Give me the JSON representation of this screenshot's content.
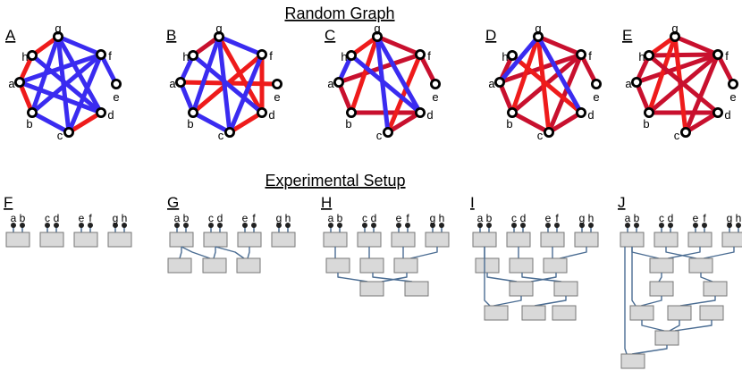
{
  "titles": {
    "top": "Random Graph",
    "bottom": "Experimental Setup"
  },
  "colors": {
    "blue": "#3a2bf0",
    "red": "#ee1b1b",
    "dark_red": "#c8102e",
    "wire": "#4b6d93",
    "box_fill": "#d9d9d9",
    "box_stroke": "#777777"
  },
  "graphs": [
    {
      "label": "A",
      "edges": [
        [
          "a",
          "h",
          "red"
        ],
        [
          "h",
          "g",
          "red"
        ],
        [
          "a",
          "b",
          "red"
        ],
        [
          "c",
          "d",
          "red"
        ],
        [
          "g",
          "f",
          "blue"
        ],
        [
          "f",
          "e",
          "blue"
        ],
        [
          "g",
          "b",
          "blue"
        ],
        [
          "g",
          "c",
          "blue"
        ],
        [
          "g",
          "d",
          "blue"
        ],
        [
          "h",
          "d",
          "blue"
        ],
        [
          "a",
          "f",
          "blue"
        ],
        [
          "a",
          "d",
          "blue"
        ],
        [
          "b",
          "f",
          "blue"
        ],
        [
          "c",
          "f",
          "blue"
        ],
        [
          "b",
          "c",
          "blue"
        ]
      ]
    },
    {
      "label": "B",
      "edges": [
        [
          "h",
          "g",
          "dark_red"
        ],
        [
          "a",
          "e",
          "red"
        ],
        [
          "b",
          "f",
          "red"
        ],
        [
          "c",
          "d",
          "red"
        ],
        [
          "f",
          "d",
          "red"
        ],
        [
          "g",
          "d",
          "red"
        ],
        [
          "g",
          "f",
          "blue"
        ],
        [
          "a",
          "h",
          "blue"
        ],
        [
          "a",
          "b",
          "blue"
        ],
        [
          "g",
          "b",
          "blue"
        ],
        [
          "g",
          "c",
          "blue"
        ],
        [
          "h",
          "d",
          "blue"
        ],
        [
          "b",
          "c",
          "blue"
        ],
        [
          "c",
          "f",
          "blue"
        ]
      ]
    },
    {
      "label": "C",
      "edges": [
        [
          "h",
          "g",
          "red"
        ],
        [
          "g",
          "f",
          "dark_red"
        ],
        [
          "f",
          "e",
          "dark_red"
        ],
        [
          "a",
          "b",
          "dark_red"
        ],
        [
          "c",
          "d",
          "dark_red"
        ],
        [
          "a",
          "f",
          "dark_red"
        ],
        [
          "b",
          "d",
          "dark_red"
        ],
        [
          "c",
          "f",
          "red"
        ],
        [
          "g",
          "b",
          "red"
        ],
        [
          "h",
          "d",
          "blue"
        ],
        [
          "g",
          "c",
          "blue"
        ],
        [
          "a",
          "h",
          "blue"
        ],
        [
          "g",
          "d",
          "blue"
        ]
      ]
    },
    {
      "label": "D",
      "edges": [
        [
          "a",
          "h",
          "dark_red"
        ],
        [
          "g",
          "f",
          "dark_red"
        ],
        [
          "a",
          "b",
          "dark_red"
        ],
        [
          "c",
          "d",
          "dark_red"
        ],
        [
          "a",
          "f",
          "dark_red"
        ],
        [
          "b",
          "f",
          "dark_red"
        ],
        [
          "c",
          "f",
          "dark_red"
        ],
        [
          "b",
          "c",
          "dark_red"
        ],
        [
          "f",
          "e",
          "dark_red"
        ],
        [
          "g",
          "c",
          "red"
        ],
        [
          "g",
          "b",
          "red"
        ],
        [
          "h",
          "d",
          "red"
        ],
        [
          "a",
          "g",
          "blue"
        ],
        [
          "g",
          "d",
          "blue"
        ]
      ]
    },
    {
      "label": "E",
      "edges": [
        [
          "h",
          "g",
          "red"
        ],
        [
          "g",
          "f",
          "dark_red"
        ],
        [
          "a",
          "h",
          "dark_red"
        ],
        [
          "a",
          "b",
          "dark_red"
        ],
        [
          "c",
          "d",
          "dark_red"
        ],
        [
          "h",
          "f",
          "dark_red"
        ],
        [
          "a",
          "f",
          "dark_red"
        ],
        [
          "b",
          "d",
          "dark_red"
        ],
        [
          "c",
          "f",
          "dark_red"
        ],
        [
          "f",
          "e",
          "dark_red"
        ],
        [
          "g",
          "c",
          "red"
        ],
        [
          "g",
          "b",
          "red"
        ],
        [
          "h",
          "d",
          "dark_red"
        ],
        [
          "b",
          "f",
          "dark_red"
        ]
      ]
    }
  ],
  "node_labels": [
    "a",
    "b",
    "c",
    "d",
    "e",
    "f",
    "g",
    "h"
  ],
  "setups": [
    {
      "label": "F"
    },
    {
      "label": "G"
    },
    {
      "label": "H"
    },
    {
      "label": "I"
    },
    {
      "label": "J"
    }
  ],
  "pin_labels": [
    [
      "a",
      "b"
    ],
    [
      "c",
      "d"
    ],
    [
      "e",
      "f"
    ],
    [
      "g",
      "h"
    ]
  ]
}
